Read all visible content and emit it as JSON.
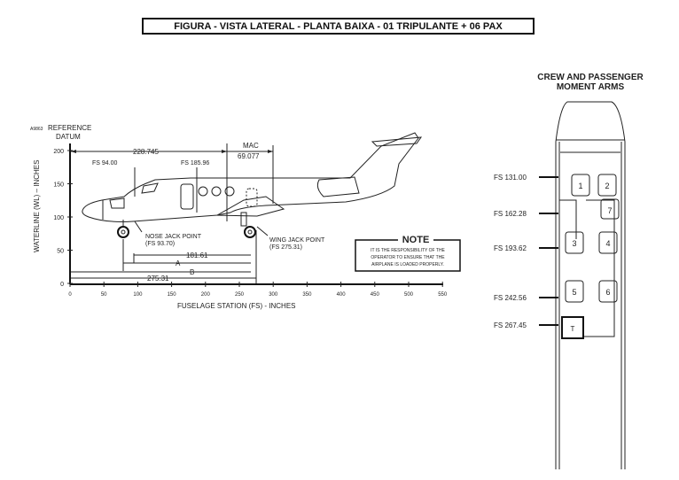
{
  "title": "FIGURA - VISTA LATERAL - PLANTA BAIXA - 01 TRIPULANTE + 06 PAX",
  "side_view": {
    "figure_code": "A9863",
    "reference_datum": [
      "REFERENCE",
      "DATUM"
    ],
    "y_axis_label": "WATERLINE (WL) – INCHES",
    "x_axis_label": "FUSELAGE STATION (FS) - INCHES",
    "y_ticks": [
      "0",
      "50",
      "100",
      "150",
      "200"
    ],
    "x_ticks": [
      "0",
      "50",
      "100",
      "150",
      "200",
      "250",
      "300",
      "350",
      "400",
      "450",
      "500",
      "550"
    ],
    "dim_228": "228.745",
    "mac_label": "MAC",
    "mac_value": "69.077",
    "fs_94": "FS 94.00",
    "fs_185": "FS 185.96",
    "nose_jack": "NOSE JACK POINT",
    "nose_jack_fs": "(FS 93.70)",
    "wing_jack": "WING JACK POINT",
    "wing_jack_fs": "(FS 275.31)",
    "dim_181": "181.61",
    "dim_a": "A",
    "dim_b": "B",
    "dim_275": "275.31"
  },
  "note": {
    "heading": "NOTE",
    "lines": [
      "IT IS THE RESPONSIBILITY OF THE",
      "OPERATOR TO ENSURE THAT THE",
      "AIRPLANE IS LOADED PROPERLY."
    ]
  },
  "plan_view": {
    "title": [
      "CREW AND PASSENGER",
      "MOMENT ARMS"
    ],
    "stations": [
      "FS 131.00",
      "FS 162.28",
      "FS 193.62",
      "FS 242.56",
      "FS 267.45"
    ],
    "seats": [
      "1",
      "2",
      "3",
      "4",
      "5",
      "6",
      "7",
      "T"
    ]
  }
}
